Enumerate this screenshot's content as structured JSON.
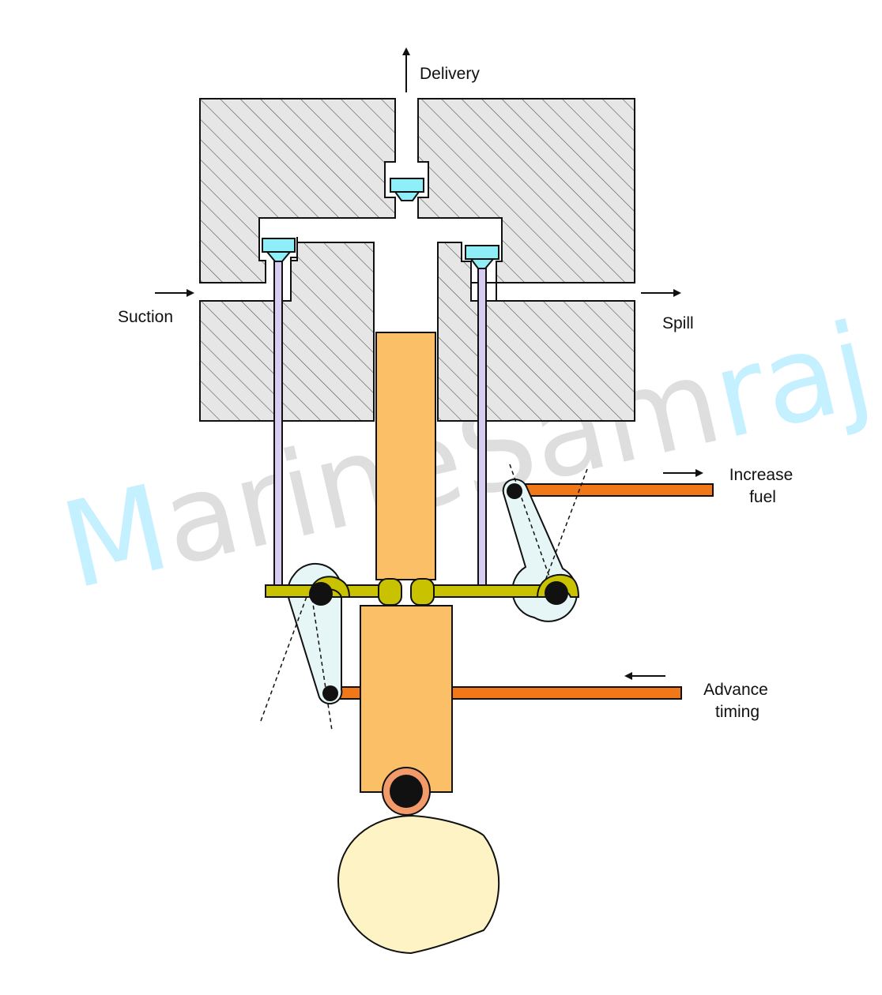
{
  "labels": {
    "delivery": "Delivery",
    "suction": "Suction",
    "spill": "Spill",
    "increase_fuel_1": "Increase",
    "increase_fuel_2": "fuel",
    "advance_timing_1": "Advance",
    "advance_timing_2": "timing"
  },
  "watermark": {
    "first_letter": "M",
    "middle": "arineSam",
    "last": "raj",
    "accent_color": "#7fe0ff",
    "gray_color": "#b8b8b8"
  },
  "colors": {
    "pump_body": "#e6e6e6",
    "hatch": "#555555",
    "plunger": "#fbbf67",
    "valve": "#8feff8",
    "valve_rod": "#d7cdf3",
    "rocker_bar": "#c9c200",
    "push_rod": "#f07818",
    "lever_plate": "#e6f5f5",
    "cam": "#fef3c4",
    "roller": "#f39a6b",
    "pivot": "#111111"
  }
}
